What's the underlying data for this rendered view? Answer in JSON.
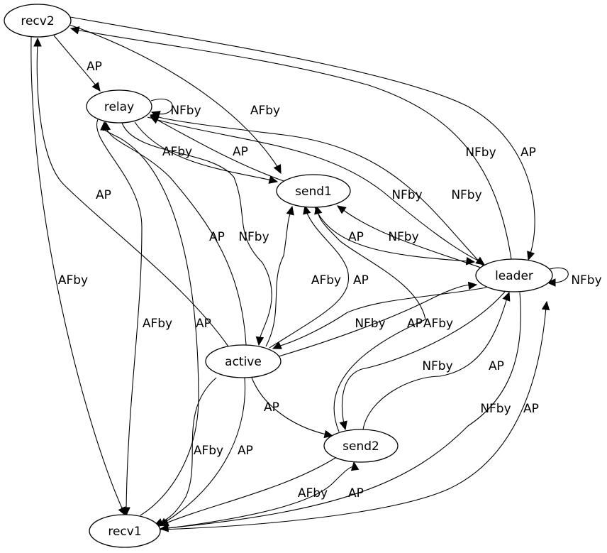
{
  "nodes": [
    {
      "id": "recv2",
      "label": "recv2"
    },
    {
      "id": "relay",
      "label": "relay"
    },
    {
      "id": "send1",
      "label": "send1"
    },
    {
      "id": "leader",
      "label": "leader"
    },
    {
      "id": "active",
      "label": "active"
    },
    {
      "id": "send2",
      "label": "send2"
    },
    {
      "id": "recv1",
      "label": "recv1"
    }
  ],
  "edges": [
    {
      "from": "recv2",
      "to": "relay",
      "label": "AP"
    },
    {
      "from": "recv2",
      "to": "send1",
      "label": "AFby"
    },
    {
      "from": "recv2",
      "to": "leader",
      "label": "AP"
    },
    {
      "from": "recv2",
      "to": "recv1",
      "label": "AFby"
    },
    {
      "from": "relay",
      "to": "relay",
      "label": "NFby"
    },
    {
      "from": "relay",
      "to": "send1",
      "label": "AFby"
    },
    {
      "from": "send1",
      "to": "relay",
      "label": "AP"
    },
    {
      "from": "leader",
      "to": "relay",
      "label": "NFby"
    },
    {
      "from": "leader",
      "to": "recv2",
      "label": "NFby"
    },
    {
      "from": "relay",
      "to": "leader",
      "label": "NFby"
    },
    {
      "from": "send1",
      "to": "leader",
      "label": "AP"
    },
    {
      "from": "leader",
      "to": "send1",
      "label": "NFby"
    },
    {
      "from": "leader",
      "to": "leader",
      "label": "NFby"
    },
    {
      "from": "active",
      "to": "recv2",
      "label": "AP"
    },
    {
      "from": "active",
      "to": "relay",
      "label": "AP"
    },
    {
      "from": "relay",
      "to": "active",
      "label": "NFby"
    },
    {
      "from": "active",
      "to": "send1",
      "label": "AFby"
    },
    {
      "from": "active",
      "to": "send1",
      "label": "AP"
    },
    {
      "from": "leader",
      "to": "active",
      "label": "NFby"
    },
    {
      "from": "active",
      "to": "leader",
      "label": "AP"
    },
    {
      "from": "send2",
      "to": "send1",
      "label": "AFby"
    },
    {
      "from": "leader",
      "to": "send2",
      "label": "NFby"
    },
    {
      "from": "send2",
      "to": "leader",
      "label": "AP"
    },
    {
      "from": "active",
      "to": "send2",
      "label": "AP"
    },
    {
      "from": "active",
      "to": "recv1",
      "label": "AFby"
    },
    {
      "from": "active",
      "to": "recv1",
      "label": "AP"
    },
    {
      "from": "relay",
      "to": "recv1",
      "label": "AFby"
    },
    {
      "from": "recv1",
      "to": "relay",
      "label": "AP"
    },
    {
      "from": "send2",
      "to": "recv1",
      "label": "AFby"
    },
    {
      "from": "recv1",
      "to": "send2",
      "label": "AP"
    },
    {
      "from": "leader",
      "to": "recv1",
      "label": "NFby"
    },
    {
      "from": "recv1",
      "to": "leader",
      "label": "AP"
    }
  ]
}
